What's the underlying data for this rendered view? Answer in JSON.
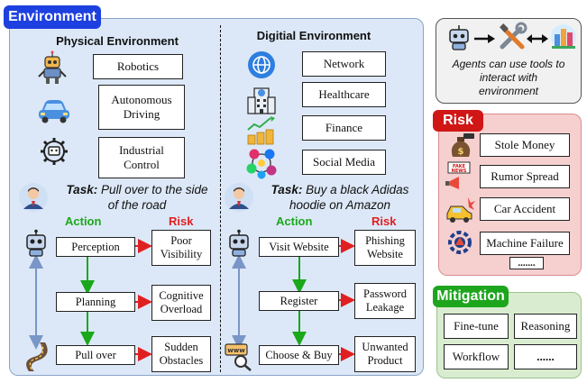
{
  "environment": {
    "title": "Environment",
    "physical": {
      "title": "Physical Environment",
      "items": [
        "Robotics",
        "Autonomous Driving",
        "Industrial Control"
      ],
      "task_label": "Task:",
      "task_text": "Pull over to the side of the road",
      "action_label": "Action",
      "risk_label": "Risk",
      "actions": [
        "Perception",
        "Planning",
        "Pull over"
      ],
      "risks": [
        "Poor Visibility",
        "Cognitive Overload",
        "Sudden Obstacles"
      ]
    },
    "digital": {
      "title": "Digitial Environment",
      "items": [
        "Network",
        "Healthcare",
        "Finance",
        "Social Media"
      ],
      "task_label": "Task:",
      "task_text": "Buy a black Adidas hoodie on Amazon",
      "action_label": "Action",
      "risk_label": "Risk",
      "actions": [
        "Visit Website",
        "Register",
        "Choose & Buy"
      ],
      "risks": [
        "Phishing Website",
        "Password Leakage",
        "Unwanted Product"
      ]
    }
  },
  "tools": {
    "caption": "Agents can use tools to interact with environment"
  },
  "risk": {
    "title": "Risk",
    "items": [
      "Stole Money",
      "Rumor Spread",
      "Car Accident",
      "Machine Failure",
      "......."
    ]
  },
  "mitigation": {
    "title": "Mitigation",
    "items": [
      "Fine-tune",
      "Reasoning",
      "Workflow",
      "......"
    ]
  },
  "colors": {
    "env_bg": "#dce8f7",
    "env_border": "#8aa5c8",
    "env_tag": "#1d40e0",
    "risk_bg": "#f6cfcf",
    "risk_border": "#d98f8f",
    "risk_tag": "#d11616",
    "mit_bg": "#d9ecd0",
    "mit_border": "#9cc48a",
    "mit_tag": "#1ea51e",
    "arrow_red": "#e02020",
    "arrow_green": "#1aa81a",
    "arrow_blue": "#7a96c8"
  }
}
